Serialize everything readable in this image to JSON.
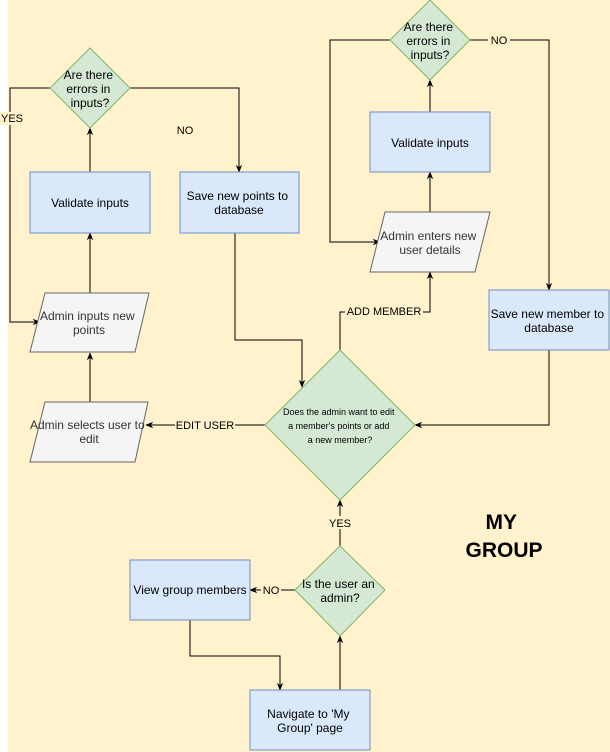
{
  "nodes": {
    "navigate": "Navigate to 'My Group' page",
    "is_admin": "Is the user an admin?",
    "view_members": "View group members",
    "admin_choice": "Does the admin want to edit a member's points or add a new member?",
    "select_user": "Admin selects user to edit",
    "inputs_points": "Admin inputs new points",
    "validate_left": "Validate inputs",
    "errors_left": "Are there errors in inputs?",
    "save_points": "Save new points to database",
    "enter_user": "Admin enters new user details",
    "validate_right": "Validate inputs",
    "errors_right": "Are there errors in inputs?",
    "save_member": "Save new member to database"
  },
  "edge_labels": {
    "yes_admin": "YES",
    "no_admin": "NO",
    "edit_user": "EDIT USER",
    "add_member": "ADD MEMBER",
    "yes_left": "YES",
    "no_left": "NO",
    "no_right": "NO"
  },
  "title_lines": [
    "MY",
    "GROUP"
  ],
  "colors": {
    "background": "#fff2cc",
    "process_fill": "#dae8fc",
    "process_stroke": "#6c8ebf",
    "decision_fill": "#d5e8d4",
    "decision_stroke": "#82b366",
    "io_fill": "#f5f5f5",
    "io_stroke": "#666666"
  }
}
